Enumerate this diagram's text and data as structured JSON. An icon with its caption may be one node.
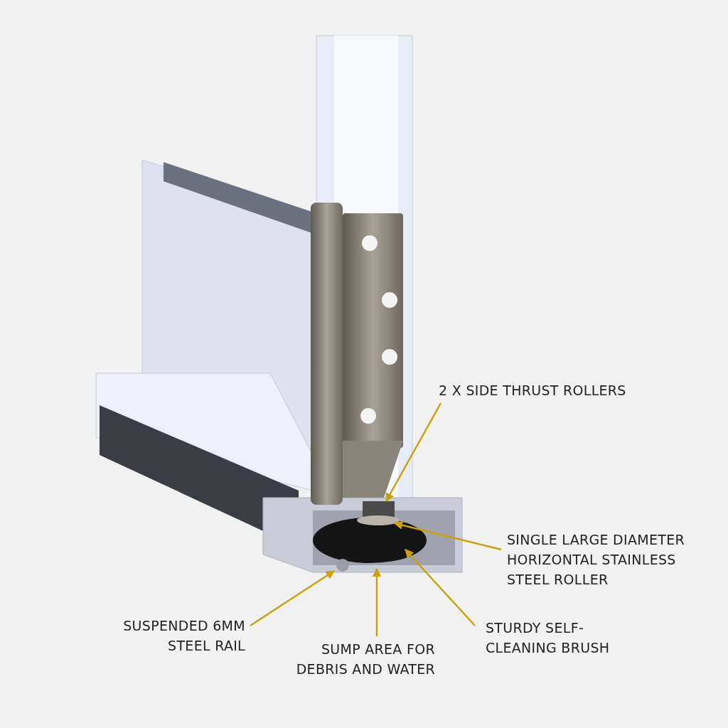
{
  "diagram": {
    "nodes": [
      {
        "text": [
          "2 X SIDE THRUST ROLLERS"
        ]
      },
      {
        "text": [
          "SINGLE LARGE DIAMETER HORIZONTAL STAINLESS STEEL ROLLER"
        ]
      },
      {
        "text": [
          "SUSPENDED 6MM STEEL RAIL"
        ]
      },
      {
        "text": [
          "SUMP AREA FOR DEBRIS AND WATER"
        ]
      },
      {
        "text": [
          "STURDY SELF-CLEANING BRUSH"
        ]
      }
    ],
    "edges": [
      {
        "from": 0,
        "to": null,
        "arrow": "to"
      },
      {
        "from": 1,
        "to": null,
        "arrow": "to"
      },
      {
        "from": 2,
        "to": null,
        "arrow": "to"
      },
      {
        "from": 3,
        "to": null,
        "arrow": "to"
      },
      {
        "from": 4,
        "to": null,
        "arrow": "to"
      }
    ]
  }
}
